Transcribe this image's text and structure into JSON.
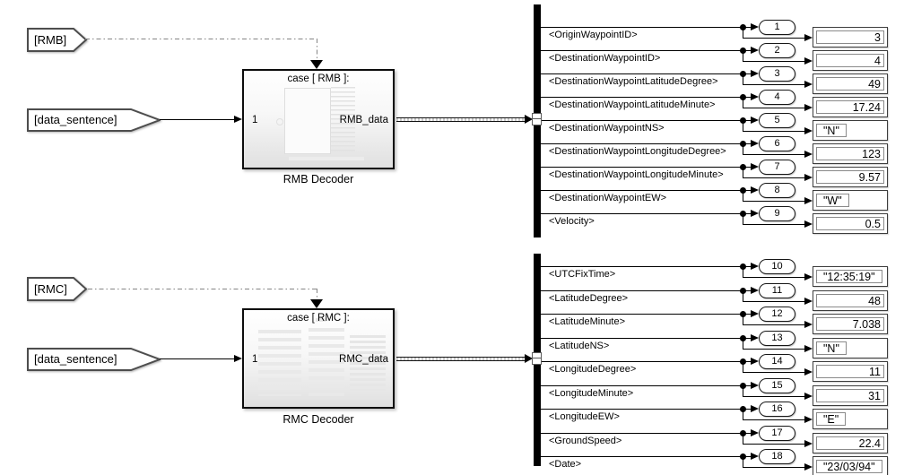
{
  "groups": [
    {
      "from_tag": "[RMB]",
      "input_tag": "[data_sentence]",
      "block": {
        "case_label": "case [ RMB ]:",
        "in_port": "1",
        "out_signal": "RMB_data",
        "name": "RMB Decoder"
      },
      "rows": [
        {
          "signal": "<OriginWaypointID>",
          "port": "1",
          "value": "3"
        },
        {
          "signal": "<DestinationWaypointID>",
          "port": "2",
          "value": "4"
        },
        {
          "signal": "<DestinationWaypointLatitudeDegree>",
          "port": "3",
          "value": "49"
        },
        {
          "signal": "<DestinationWaypointLatitudeMinute>",
          "port": "4",
          "value": "17.24"
        },
        {
          "signal": "<DestinationWaypointNS>",
          "port": "5",
          "value": "\"N\""
        },
        {
          "signal": "<DestinationWaypointLongitudeDegree>",
          "port": "6",
          "value": "123"
        },
        {
          "signal": "<DestinationWaypointLongitudeMinute>",
          "port": "7",
          "value": "9.57"
        },
        {
          "signal": "<DestinationWaypointEW>",
          "port": "8",
          "value": "\"W\""
        },
        {
          "signal": "<Velocity>",
          "port": "9",
          "value": "0.5"
        }
      ]
    },
    {
      "from_tag": "[RMC]",
      "input_tag": "[data_sentence]",
      "block": {
        "case_label": "case [ RMC ]:",
        "in_port": "1",
        "out_signal": "RMC_data",
        "name": "RMC Decoder"
      },
      "rows": [
        {
          "signal": "<UTCFixTime>",
          "port": "10",
          "value": "\"12:35:19\""
        },
        {
          "signal": "<LatitudeDegree>",
          "port": "11",
          "value": "48"
        },
        {
          "signal": "<LatitudeMinute>",
          "port": "12",
          "value": "7.038"
        },
        {
          "signal": "<LatitudeNS>",
          "port": "13",
          "value": "\"N\""
        },
        {
          "signal": "<LongitudeDegree>",
          "port": "14",
          "value": "11"
        },
        {
          "signal": "<LongitudeMinute>",
          "port": "15",
          "value": "31"
        },
        {
          "signal": "<LongitudeEW>",
          "port": "16",
          "value": "\"E\""
        },
        {
          "signal": "<GroundSpeed>",
          "port": "17",
          "value": "22.4"
        },
        {
          "signal": "<Date>",
          "port": "18",
          "value": "\"23/03/94\""
        }
      ]
    }
  ]
}
